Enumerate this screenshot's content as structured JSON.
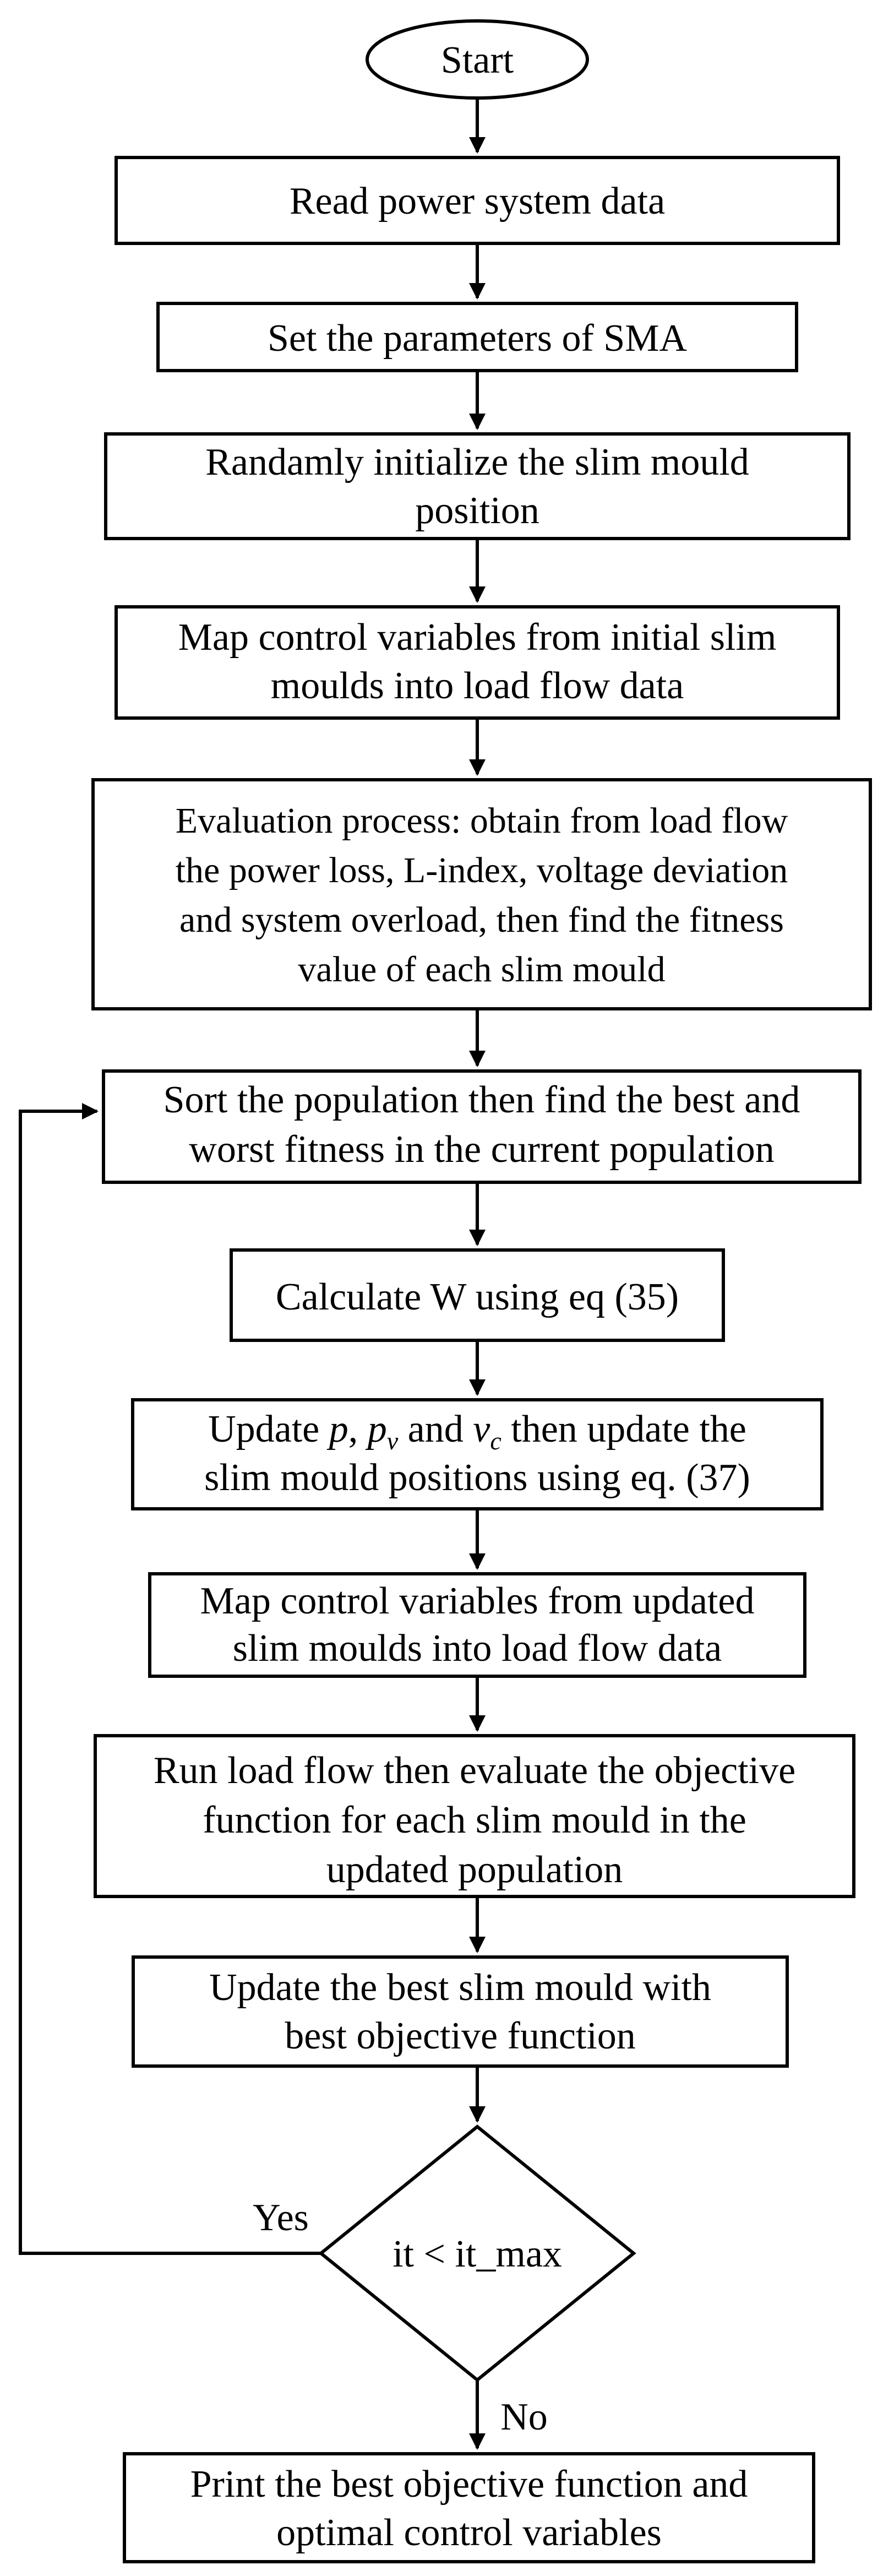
{
  "flowchart": {
    "start": "Start",
    "read_data": "Read power system data",
    "set_params": "Set the parameters of SMA",
    "init_position": [
      "Randamly initialize the slim mould",
      "position"
    ],
    "map_initial": [
      "Map control variables from initial slim",
      "moulds into load flow data"
    ],
    "evaluation": [
      "Evaluation process: obtain from load flow",
      "the power loss, L-index, voltage deviation",
      "and system overload, then find the fitness",
      "value of each slim mould"
    ],
    "sort_population": [
      "Sort the population then find the best and",
      "worst fitness in the current population"
    ],
    "calc_w": "Calculate W using eq (35)",
    "update_params": {
      "pre": "Update ",
      "p": "p",
      "sep1": ", ",
      "pv_main": "p",
      "pv_sub": "v",
      "and": " and ",
      "vc_main": "v",
      "vc_sub": "c",
      "post": " then update the",
      "line2": "slim mould positions using eq. (37)"
    },
    "map_updated": [
      "Map control variables from updated",
      "slim moulds into load flow data"
    ],
    "run_load_flow": [
      "Run load flow then evaluate the objective",
      "function for each slim mould in the",
      "updated population"
    ],
    "update_best": [
      "Update the best slim mould with",
      "best objective function"
    ],
    "decision": "it < it_max",
    "yes_label": "Yes",
    "no_label": "No",
    "print_result": [
      "Print the best objective function and",
      "optimal control variables"
    ]
  }
}
